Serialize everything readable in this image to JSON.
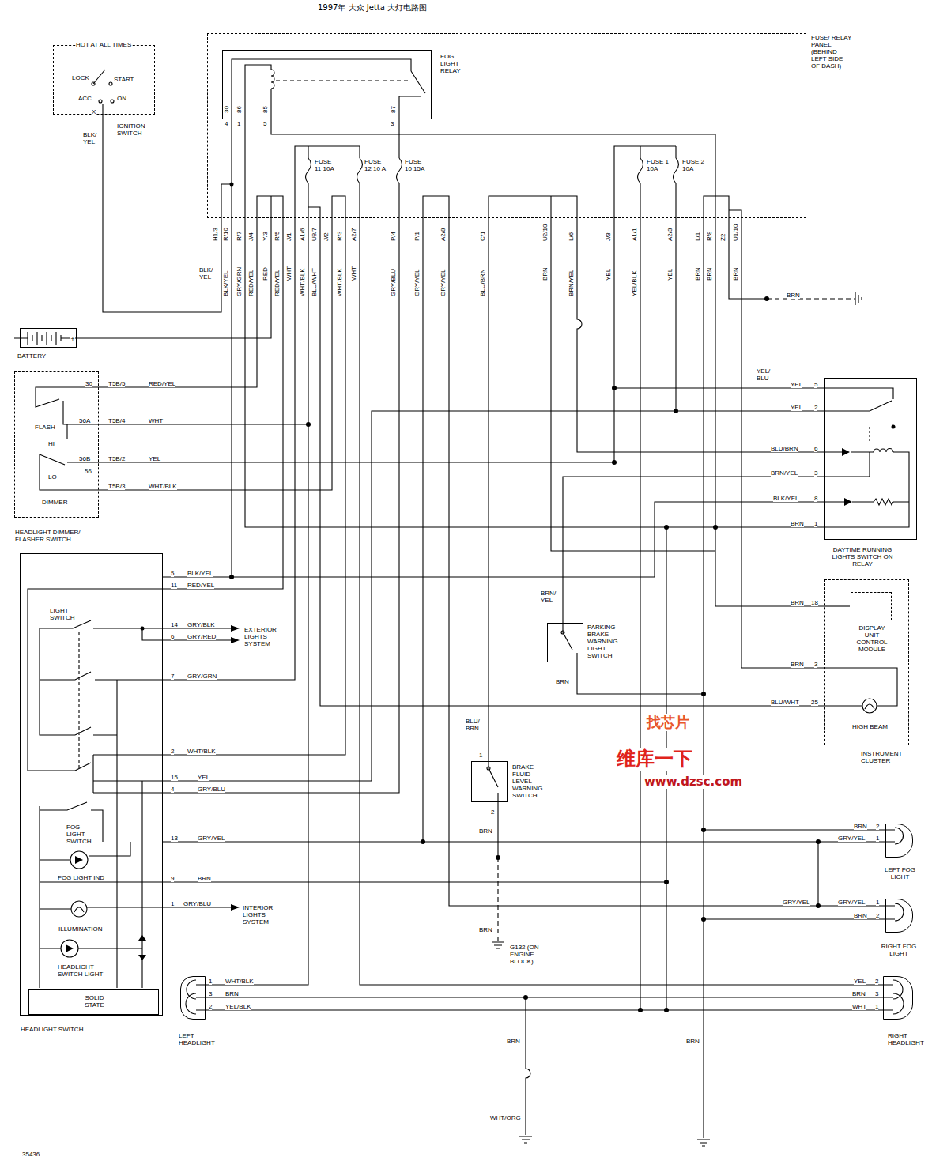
{
  "diagram": {
    "title": "1997年 大众 Jetta 大灯电路图",
    "nodes": [
      {
        "text": [
          "HOT AT ALL TIMES",
          "LOCK",
          "START",
          "ACC",
          "ON",
          "IGNITION SWITCH"
        ]
      },
      {
        "text": [
          "FUSE/ RELAY PANEL (BEHIND LEFT SIDE OF DASH)"
        ]
      },
      {
        "text": [
          "FOG LIGHT RELAY"
        ],
        "in": 1
      },
      {
        "text": [
          "BATTERY"
        ]
      },
      {
        "text": [
          "FLASH",
          "HI",
          "LO",
          "DIMMER",
          "HEADLIGHT DIMMER/ FLASHER SWITCH"
        ]
      },
      {
        "text": [
          "DAYTIME RUNNING LIGHTS SWITCH ON RELAY"
        ]
      },
      {
        "text": [
          "INSTRUMENT CLUSTER"
        ]
      },
      {
        "text": [
          "DISPLAY UNIT CONTROL MODULE"
        ],
        "in": 6
      },
      {
        "text": [
          "HEADLIGHT SWITCH",
          "LIGHT SWITCH",
          "FOG LIGHT SWITCH",
          "FOG LIGHT IND",
          "ILLUMINATION",
          "HEADLIGHT SWITCH LIGHT"
        ]
      },
      {
        "text": [
          "SOLID STATE"
        ],
        "in": 8
      },
      {
        "text": [
          "PARKING BRAKE WARNING LIGHT SWITCH"
        ]
      },
      {
        "text": [
          "BRAKE FLUID LEVEL WARNING SWITCH"
        ]
      },
      {
        "text": [
          "LEFT FOG LIGHT"
        ]
      },
      {
        "text": [
          "RIGHT FOG LIGHT"
        ]
      },
      {
        "text": [
          "LEFT HEADLIGHT"
        ]
      },
      {
        "text": [
          "RIGHT HEADLIGHT"
        ]
      }
    ],
    "edges": [
      {
        "from": 0,
        "to": 1,
        "arrow": "none"
      },
      {
        "from": 3,
        "to": 1,
        "arrow": "none"
      },
      {
        "from": 4,
        "to": 1,
        "arrow": "none"
      },
      {
        "from": 8,
        "to": 1,
        "arrow": "none"
      },
      {
        "from": 5,
        "to": 1,
        "arrow": "none"
      },
      {
        "from": 6,
        "to": 1,
        "arrow": "none"
      },
      {
        "from": 14,
        "to": 1,
        "arrow": "none"
      },
      {
        "from": 15,
        "to": 1,
        "arrow": "none"
      },
      {
        "from": 12,
        "to": 1,
        "arrow": "none"
      },
      {
        "from": 13,
        "to": 1,
        "arrow": "none"
      },
      {
        "from": 10,
        "to": 5,
        "arrow": "none"
      },
      {
        "from": 11,
        "to": 1,
        "arrow": "none"
      },
      {
        "from": 8,
        "to": 5,
        "arrow": "none"
      },
      {
        "from": 14,
        "to": 15,
        "arrow": "none"
      },
      {
        "from": 1,
        "to": 6,
        "arrow": "none"
      },
      {
        "from": 1,
        "to": 6,
        "arrow": "none"
      }
    ],
    "labels": [
      "X",
      "BLK/ YEL",
      "H1/3",
      "R/10",
      "R/7",
      "J/4",
      "Y/3",
      "R/5",
      "J/1",
      "A1/6",
      "U8/7",
      "J/2",
      "R/3",
      "A2/7",
      "P/4",
      "P/1",
      "A2/8",
      "C/1",
      "U2/10",
      "L/6",
      "J/3",
      "A1/1",
      "A2/3",
      "L/1",
      "R/8",
      "Z2",
      "U1/10",
      "BLK/ YEL",
      "BLK/YEL",
      "GRY/GRN",
      "RED/YEL",
      "RED",
      "RED/YEL",
      "WHT",
      "WHT/BLK",
      "BLU/WHT",
      "WHT/BLK",
      "WHT",
      "GRY/BLU",
      "GRY/YEL",
      "GRY/YEL",
      "BLU/BRN",
      "BRN",
      "BRN/YEL",
      "YEL",
      "YEL/BLK",
      "YEL",
      "BRN",
      "BRN",
      "BRN",
      "BRN",
      "30",
      "86",
      "85",
      "87",
      "4",
      "1",
      "5",
      "3",
      "FUSE 11 10A",
      "FUSE 12 10 A",
      "FUSE 10 15A",
      "FUSE 1 10A",
      "FUSE 2 10A",
      "30",
      "T5B/5",
      "RED/YEL",
      "56A",
      "T5B/4",
      "WHT",
      "56B",
      "T5B/2",
      "YEL",
      "56",
      "T5B/3",
      "WHT/BLK",
      "YEL/ BLU",
      "YEL",
      "5",
      "YEL",
      "2",
      "BLU/BRN",
      "6",
      "BRN/YEL",
      "3",
      "BLK/YEL",
      "8",
      "BRN",
      "1",
      "BRN",
      "18",
      "BRN",
      "3",
      "BLU/WHT",
      "25",
      "HIGH BEAM",
      "5",
      "BLK/YEL",
      "11",
      "RED/YEL",
      "14",
      "GRY/BLK",
      "6",
      "GRY/RED",
      "EXTERIOR LIGHTS SYSTEM",
      "7",
      "GRY/GRN",
      "2",
      "WHT/BLK",
      "15",
      "YEL",
      "4",
      "GRY/BLU",
      "13",
      "GRY/YEL",
      "9",
      "BRN",
      "1",
      "GRY/BLU",
      "INTERIOR LIGHTS SYSTEM",
      "BRN/ YEL",
      "BRN",
      "BLU/ BRN",
      "1",
      "2",
      "BRN",
      "BRN",
      "G132 (ON ENGINE BLOCK)",
      "BRN",
      "2",
      "GRY/YEL",
      "1",
      "GRY/YEL",
      "GRY/YEL",
      "1",
      "BRN",
      "2",
      "1",
      "WHT/BLK",
      "3",
      "BRN",
      "2",
      "YEL/BLK",
      "YEL",
      "2",
      "BRN",
      "3",
      "WHT",
      "1",
      "BRN",
      "WHT/ORG",
      "BRN",
      "35436",
      "找芯片",
      "维库一下",
      "www.dzsc.com",
      "+"
    ]
  }
}
